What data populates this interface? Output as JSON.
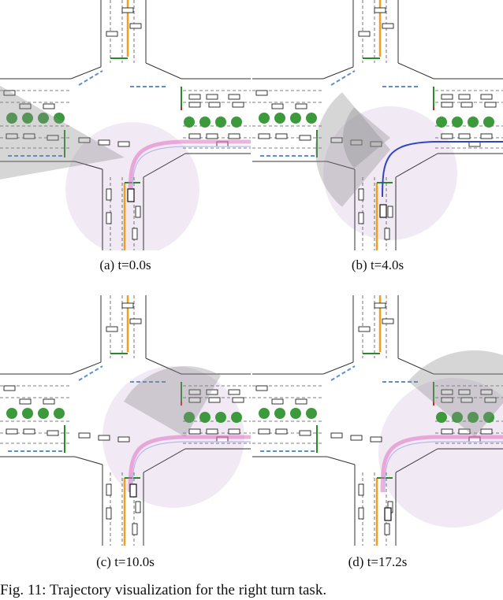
{
  "panels": [
    {
      "id": "a",
      "caption": "(a) t=0.0s"
    },
    {
      "id": "b",
      "caption": "(b) t=4.0s"
    },
    {
      "id": "c",
      "caption": "(c) t=10.0s"
    },
    {
      "id": "d",
      "caption": "(d) t=17.2s"
    }
  ],
  "figure_caption": "Fig. 11: Trajectory visualization for the right turn task.",
  "colors": {
    "background": "#ffffff",
    "road_line": "#333333",
    "lane_dash": "#555555",
    "planned_path_blue": "#3344cc",
    "planned_path_pink": "#e070c0",
    "stop_line_green": "#2a8a2a",
    "stop_line_red": "#cc2222",
    "ego_lane_orange": "#f0a020",
    "crosswalk_blue": "#5a8fd0",
    "tree_green": "#3c9a3c",
    "perception_fan": "#8a8a8a",
    "perception_disk": "#e8dcef"
  }
}
